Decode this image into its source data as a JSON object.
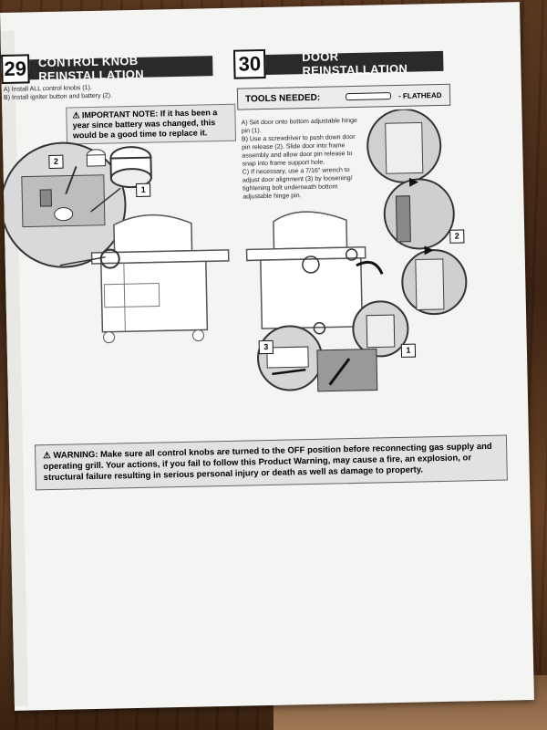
{
  "step29": {
    "number": "29",
    "title": "CONTROL KNOB REINSTALLATION",
    "instructions": [
      "A) Install ALL control knobs (1).",
      "B) Install igniter button and battery (2)."
    ],
    "note": "IMPORTANT NOTE: If it has been a year since battery was changed, this would be a good time to replace it.",
    "callouts": [
      "2",
      "1"
    ]
  },
  "step30": {
    "number": "30",
    "title": "DOOR REINSTALLATION",
    "tools_label": "TOOLS NEEDED:",
    "tool_name": "- FLATHEAD",
    "instructions": [
      "A) Set door onto bottom adjustable hinge pin (1).",
      "B) Use a screwdriver to push down door pin release (2). Slide door into frame assembly and allow door pin release to snap into frame support hole.",
      "C) If necessary, use a 7/16\" wrench to adjust door alignment (3) by loosening/ tightening bolt underneath bottom adjustable hinge pin."
    ],
    "callouts": [
      "2",
      "3",
      "1"
    ]
  },
  "warning": "WARNING: Make sure all control knobs are turned to the OFF position before reconnecting gas supply and operating grill. Your actions, if you fail to follow this Product Warning, may cause a fire, an explosion, or structural failure resulting in serious personal injury or death as well as damage to property."
}
